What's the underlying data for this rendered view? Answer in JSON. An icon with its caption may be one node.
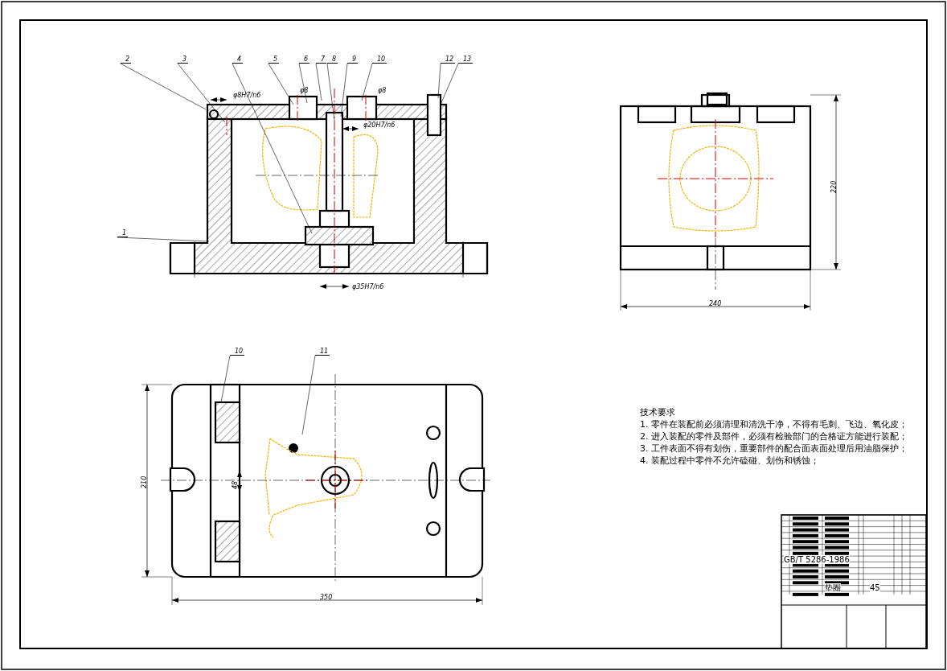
{
  "diagram": {
    "nodes": [
      {
        "text": [
          "1"
        ]
      },
      {
        "text": [
          "2"
        ]
      },
      {
        "text": [
          "3"
        ]
      },
      {
        "text": [
          "4"
        ]
      },
      {
        "text": [
          "5"
        ]
      },
      {
        "text": [
          "6"
        ]
      },
      {
        "text": [
          "7"
        ]
      },
      {
        "text": [
          "8"
        ]
      },
      {
        "text": [
          "9"
        ]
      },
      {
        "text": [
          "10"
        ]
      },
      {
        "text": [
          "12"
        ]
      },
      {
        "text": [
          "13"
        ]
      },
      {
        "text": [
          "10"
        ]
      },
      {
        "text": [
          "11"
        ]
      }
    ],
    "edges": [
      {
        "from": 0,
        "to": null,
        "arrow": "none"
      },
      {
        "from": 1,
        "to": null,
        "arrow": "none"
      },
      {
        "from": 2,
        "to": null,
        "arrow": "none"
      },
      {
        "from": 3,
        "to": null,
        "arrow": "none"
      },
      {
        "from": 4,
        "to": null,
        "arrow": "none"
      },
      {
        "from": 5,
        "to": null,
        "arrow": "none"
      },
      {
        "from": 6,
        "to": null,
        "arrow": "none"
      },
      {
        "from": 7,
        "to": null,
        "arrow": "none"
      },
      {
        "from": 8,
        "to": null,
        "arrow": "none"
      },
      {
        "from": 9,
        "to": null,
        "arrow": "none"
      },
      {
        "from": 10,
        "to": null,
        "arrow": "none"
      },
      {
        "from": 11,
        "to": null,
        "arrow": "none"
      },
      {
        "from": 12,
        "to": null,
        "arrow": "none"
      },
      {
        "from": 13,
        "to": null,
        "arrow": "none"
      }
    ],
    "labels": [
      "φ8H7/n6",
      "φ8",
      "φ8",
      "φ20H7/n6",
      "φ35H7/n6",
      "220",
      "240",
      "48",
      "210",
      "350",
      "技术要求",
      "1. 零件在装配前必须清理和清洗干净，不得有毛刺、飞边、氧化皮；",
      "2. 进入装配的零件及部件，必须有检验部门的合格证方能进行装配；",
      "3. 工件表面不得有划伤，重要部件的配合面表面处理后用油脂保护；",
      "4. 装配过程中零件不允许磕碰、划伤和锈蚀；",
      "GB/T 5286-1986",
      "垫圈",
      "45"
    ]
  }
}
